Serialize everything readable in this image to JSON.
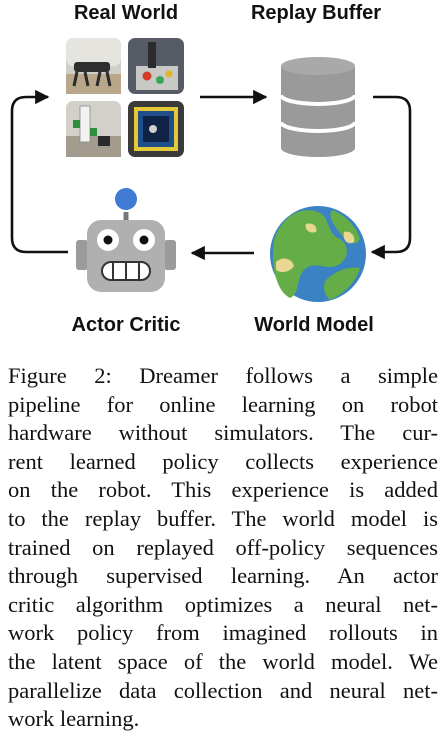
{
  "diagram": {
    "nodes": {
      "real_world": {
        "label": "Real World"
      },
      "replay_buffer": {
        "label": "Replay Buffer"
      },
      "world_model": {
        "label": "World Model"
      },
      "actor_critic": {
        "label": "Actor Critic"
      }
    },
    "edges": [
      {
        "from": "real_world",
        "to": "replay_buffer"
      },
      {
        "from": "replay_buffer",
        "to": "world_model"
      },
      {
        "from": "world_model",
        "to": "actor_critic"
      },
      {
        "from": "actor_critic",
        "to": "real_world"
      }
    ],
    "icons": [
      "robot-photos-grid",
      "database-icon",
      "globe-icon",
      "robot-icon"
    ]
  },
  "caption": {
    "lines": [
      "Figure 2: Dreamer follows a simple",
      "pipeline for online learning on robot",
      "hardware without simulators. The cur-",
      "rent learned policy collects experience",
      "on the robot. This experience is added",
      "to the replay buffer. The world model is",
      "trained on replayed off-policy sequences",
      "through supervised learning. An actor",
      "critic algorithm optimizes a neural net-",
      "work policy from imagined rollouts in",
      "the latent space of the world model. We",
      "parallelize data collection and neural net-",
      "work learning."
    ]
  }
}
